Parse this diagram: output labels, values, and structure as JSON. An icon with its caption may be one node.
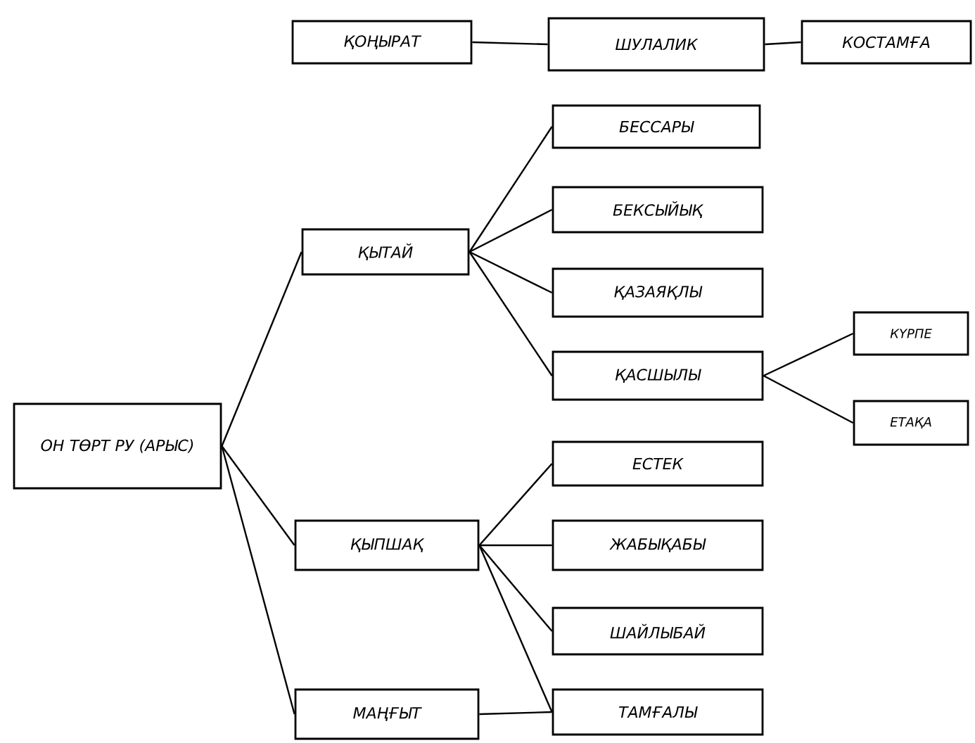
{
  "diagram": {
    "nodes": [
      {
        "text": [
          "ҚОҢЫРАТ"
        ]
      },
      {
        "text": [
          "ШУЛАЛИК"
        ]
      },
      {
        "text": [
          "КОСТАМҒА"
        ]
      },
      {
        "text": [
          "ОН ТӨРТ РУ (АРЫС)"
        ]
      },
      {
        "text": [
          "ҚЫТАЙ"
        ]
      },
      {
        "text": [
          "БЕССАРЫ"
        ]
      },
      {
        "text": [
          "БЕКСЫЙЫҚ"
        ]
      },
      {
        "text": [
          "ҚАЗАЯҚЛЫ"
        ]
      },
      {
        "text": [
          "ҚАСШЫЛЫ"
        ]
      },
      {
        "text": [
          "КҮРПЕ"
        ]
      },
      {
        "text": [
          "ЕТАҚА"
        ]
      },
      {
        "text": [
          "ҚЫПШАҚ"
        ]
      },
      {
        "text": [
          "ЕСТЕК"
        ]
      },
      {
        "text": [
          "ЖАБЫҚАБЫ"
        ]
      },
      {
        "text": [
          "ШАЙЛЫБАЙ"
        ]
      },
      {
        "text": [
          "ТАМҒАЛЫ"
        ]
      },
      {
        "text": [
          "МАҢҒЫТ"
        ]
      }
    ],
    "edges": [
      {
        "from": 0,
        "to": 1,
        "arrow": "none"
      },
      {
        "from": 1,
        "to": 2,
        "arrow": "none"
      },
      {
        "from": 3,
        "to": 4,
        "arrow": "none"
      },
      {
        "from": 3,
        "to": 11,
        "arrow": "none"
      },
      {
        "from": 3,
        "to": 16,
        "arrow": "none"
      },
      {
        "from": 4,
        "to": 5,
        "arrow": "none"
      },
      {
        "from": 4,
        "to": 6,
        "arrow": "none"
      },
      {
        "from": 4,
        "to": 7,
        "arrow": "none"
      },
      {
        "from": 4,
        "to": 8,
        "arrow": "none"
      },
      {
        "from": 8,
        "to": 9,
        "arrow": "none"
      },
      {
        "from": 8,
        "to": 10,
        "arrow": "none"
      },
      {
        "from": 11,
        "to": 12,
        "arrow": "none"
      },
      {
        "from": 11,
        "to": 13,
        "arrow": "none"
      },
      {
        "from": 11,
        "to": 14,
        "arrow": "none"
      },
      {
        "from": 11,
        "to": 15,
        "arrow": "none"
      },
      {
        "from": 16,
        "to": 15,
        "arrow": "none"
      }
    ]
  }
}
